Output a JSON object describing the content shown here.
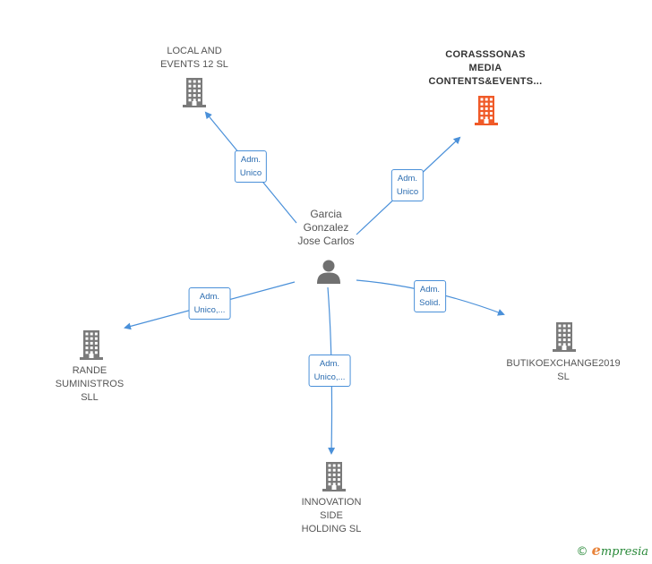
{
  "colors": {
    "edge": "#4a90d9",
    "building": "#7a7a7a",
    "building_highlight": "#f05a28",
    "person": "#707070"
  },
  "center": {
    "name": "Garcia\nGonzalez\nJose Carlos",
    "icon": "person-icon"
  },
  "companies": [
    {
      "id": "local-and-events",
      "name": "LOCAL AND\nEVENTS 12  SL",
      "icon": "building-icon",
      "highlight": false
    },
    {
      "id": "corasssonas",
      "name": "CORASSSONAS\nMEDIA\nCONTENTS&EVENTS...",
      "icon": "building-icon",
      "highlight": true
    },
    {
      "id": "rande",
      "name": "RANDE\nSUMINISTROS\nSLL",
      "icon": "building-icon",
      "highlight": false
    },
    {
      "id": "butikoexchange",
      "name": "BUTIKOEXCHANGE2019\nSL",
      "icon": "building-icon",
      "highlight": false
    },
    {
      "id": "innovation",
      "name": "INNOVATION\nSIDE\nHOLDING  SL",
      "icon": "building-icon",
      "highlight": false
    }
  ],
  "relations": [
    {
      "to": "local-and-events",
      "label": "Adm.\nUnico"
    },
    {
      "to": "corasssonas",
      "label": "Adm.\nUnico"
    },
    {
      "to": "rande",
      "label": "Adm.\nUnico,..."
    },
    {
      "to": "butikoexchange",
      "label": "Adm.\nSolid."
    },
    {
      "to": "innovation",
      "label": "Adm.\nUnico,..."
    }
  ],
  "footer": {
    "copyright": "©",
    "brand_initial": "e",
    "brand_rest": "mpresia"
  }
}
